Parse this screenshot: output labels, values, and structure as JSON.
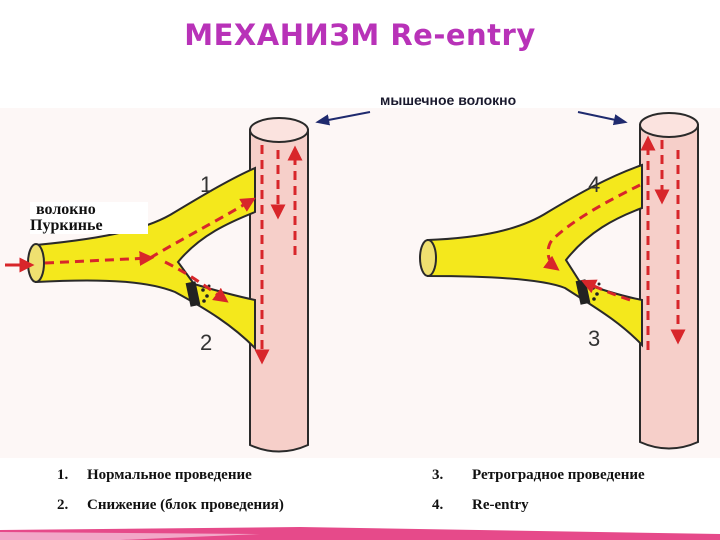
{
  "title": "МЕХАНИЗМ   Re-entry",
  "labels": {
    "muscle_fiber": "мышечное волокно",
    "purkinje_line1": "волокно",
    "purkinje_line2": "Пуркинье"
  },
  "numbers": {
    "n1": "1",
    "n2": "2",
    "n3": "3",
    "n4": "4"
  },
  "legend_left": [
    {
      "num": "1.",
      "text": "Нормальное проведение"
    },
    {
      "num": "2.",
      "text": "Снижение (блок проведения)"
    }
  ],
  "legend_right": [
    {
      "num": "3.",
      "text": "Ретроградное проведение"
    },
    {
      "num": "4.",
      "text": "Re-entry"
    }
  ],
  "colors": {
    "title": "#b832b8",
    "fiber_yellow": "#f4e81c",
    "muscle_pink": "#f6cfc9",
    "arrow_red": "#d8262a",
    "outline": "#2a2a2a",
    "label_arrow": "#1f2a6e"
  }
}
